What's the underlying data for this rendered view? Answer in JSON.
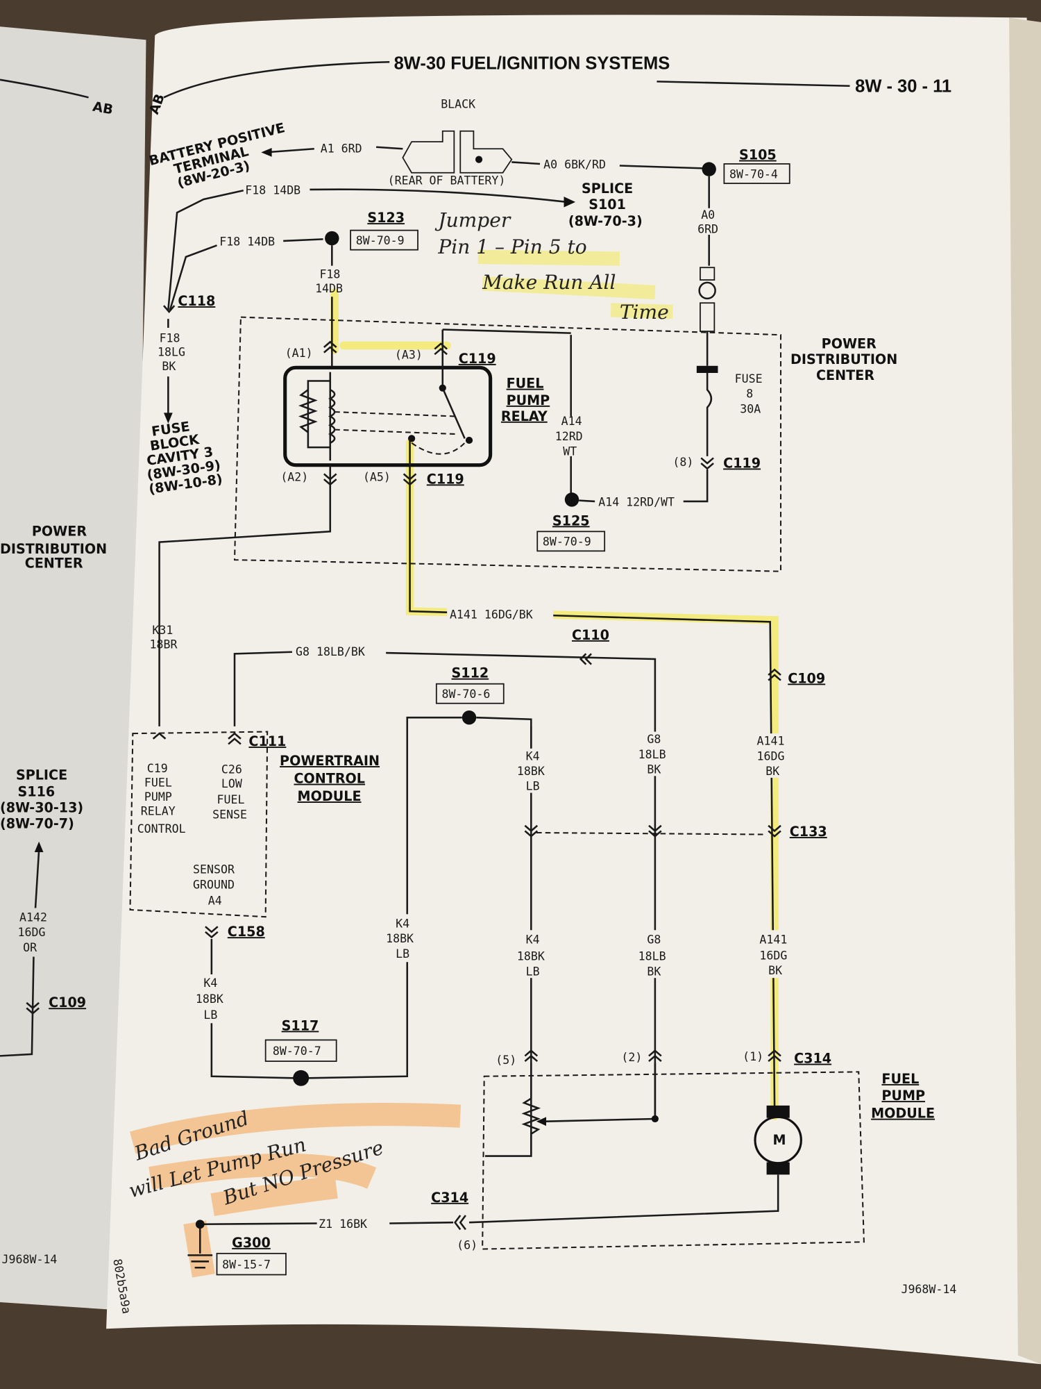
{
  "header": {
    "title": "8W-30 FUEL/IGNITION SYSTEMS",
    "page": "8W - 30 - 11",
    "section": "AB",
    "left_section": "AB"
  },
  "battery": {
    "color": "BLACK",
    "location": "(REAR OF BATTERY)",
    "wire_a1": "A1 6RD",
    "wire_a0": "A0 6BK/RD",
    "terminal": [
      "BATTERY POSITIVE",
      "TERMINAL",
      "(8W-20-3)"
    ]
  },
  "s105": {
    "name": "S105",
    "ref": "8W-70-4",
    "wire": [
      "A0",
      "6RD"
    ]
  },
  "s101": [
    "SPLICE",
    "S101",
    "(8W-70-3)"
  ],
  "f18": {
    "top": "F18 14DB",
    "mid": "F18 14DB",
    "vert": [
      "F18",
      "14DB"
    ],
    "c118": "C118",
    "down": [
      "F18",
      "18LG",
      "BK"
    ]
  },
  "fuse_block": [
    "FUSE",
    "BLOCK",
    "CAVITY 3",
    "(8W-30-9)",
    "(8W-10-8)"
  ],
  "s123": {
    "name": "S123",
    "ref": "8W-70-9"
  },
  "relay": {
    "label": [
      "FUEL",
      "PUMP",
      "RELAY"
    ],
    "a1": "(A1)",
    "a3": "(A3)",
    "a2": "(A2)",
    "a5": "(A5)",
    "c119": "C119"
  },
  "a14": {
    "vert": [
      "A14",
      "12RD",
      "WT"
    ],
    "horiz": "A14 12RD/WT"
  },
  "fuse": [
    "FUSE",
    "8",
    "30A"
  ],
  "pin8": "(8)",
  "s125": {
    "name": "S125",
    "ref": "8W-70-9"
  },
  "pdc": [
    "POWER",
    "DISTRIBUTION",
    "CENTER"
  ],
  "left_pdc": [
    "POWER",
    "DISTRIBUTION",
    "CENTER"
  ],
  "k31": [
    "K31",
    "18BR"
  ],
  "a141": {
    "horiz": "A141 16DG/BK",
    "upper": [
      "A141",
      "16DG",
      "BK"
    ],
    "lower": [
      "A141",
      "16DG",
      "BK"
    ]
  },
  "c110": "C110",
  "c109": "C109",
  "c111": "C111",
  "c133": "C133",
  "c158": "C158",
  "c314": "C314",
  "g8": {
    "horiz": "G8 18LB/BK",
    "upper": [
      "G8",
      "18LB",
      "BK"
    ],
    "lower": [
      "G8",
      "18LB",
      "BK"
    ]
  },
  "s112": {
    "name": "S112",
    "ref": "8W-70-6"
  },
  "pcm": {
    "label": [
      "POWERTRAIN",
      "CONTROL",
      "MODULE"
    ],
    "c19": [
      "C19",
      "FUEL",
      "PUMP",
      "RELAY",
      "CONTROL"
    ],
    "c26": [
      "C26",
      "LOW",
      "FUEL",
      "SENSE"
    ],
    "ground": [
      "SENSOR",
      "GROUND",
      "A4"
    ]
  },
  "k4": {
    "upper": [
      "K4",
      "18BK",
      "LB"
    ],
    "lower": [
      "K4",
      "18BK",
      "LB"
    ],
    "left": [
      "K4",
      "18BK",
      "LB"
    ],
    "pcm": [
      "K4",
      "18BK",
      "LB"
    ]
  },
  "left_splice": [
    "SPLICE",
    "S116",
    "(8W-30-13)",
    "(8W-70-7)"
  ],
  "a142": [
    "A142",
    "16DG",
    "OR"
  ],
  "left_c109": "C109",
  "s117": {
    "name": "S117",
    "ref": "8W-70-7"
  },
  "pins": {
    "p5": "(5)",
    "p2": "(2)",
    "p1": "(1)",
    "p6": "(6)"
  },
  "fpm": {
    "label": [
      "FUEL",
      "PUMP",
      "MODULE"
    ],
    "motor": "M"
  },
  "z1": "Z1 16BK",
  "g300": {
    "name": "G300",
    "ref": "8W-15-7"
  },
  "footer": {
    "code": "J968W-14",
    "left_code": "J968W-14",
    "stamp": "802b5a9a"
  },
  "notes": {
    "jumper": [
      "Jumper",
      "Pin 1 – Pin 5 to",
      "Make Run All",
      "Time"
    ],
    "ground": [
      "Bad Ground",
      "will Let Pump Run",
      "But NO Pressure"
    ]
  },
  "colors": {
    "highlight_yellow": "#f3ea5a",
    "highlight_orange": "#f5a65b",
    "paper": "#f1efe8"
  }
}
